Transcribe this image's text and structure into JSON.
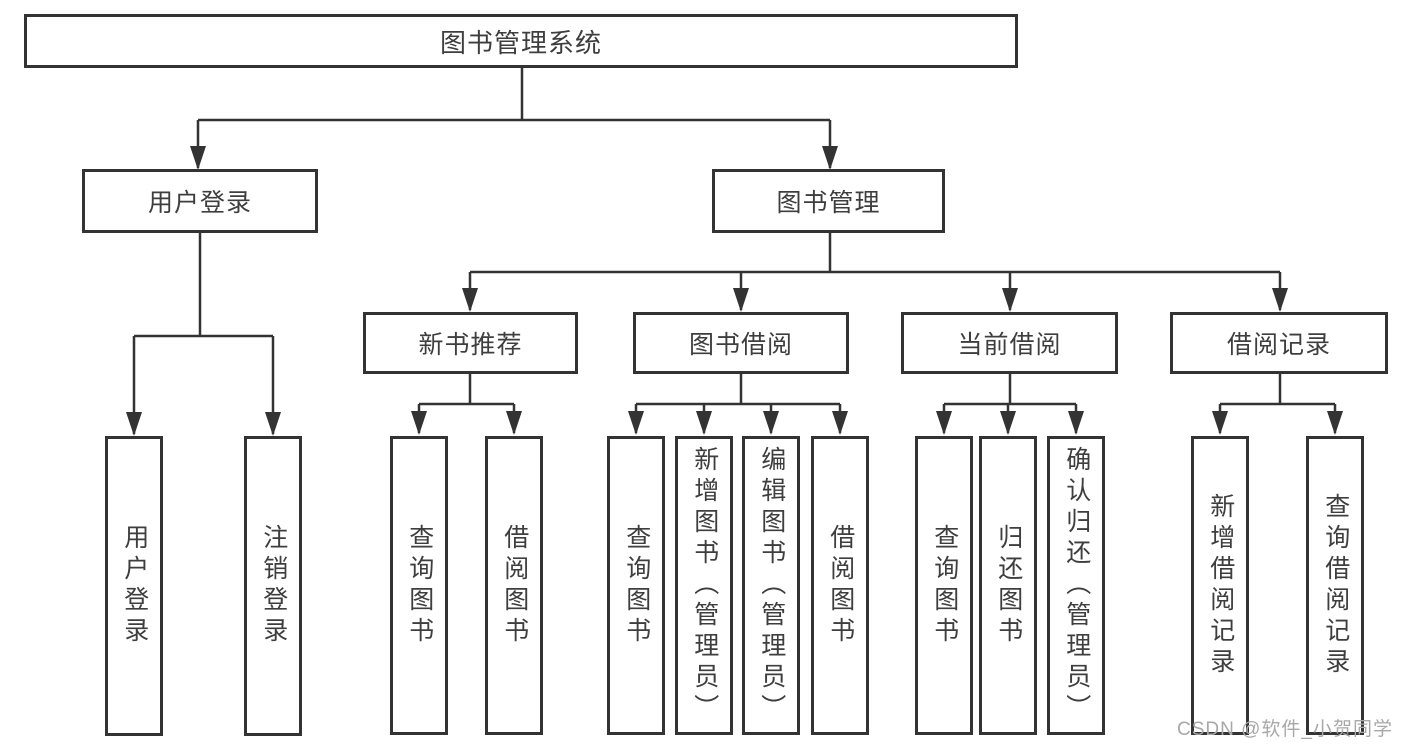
{
  "nodes": {
    "root": {
      "label": "图书管理系统"
    },
    "level2": [
      {
        "label": "用户登录"
      },
      {
        "label": "图书管理"
      }
    ],
    "level3": [
      {
        "label": "新书推荐"
      },
      {
        "label": "图书借阅"
      },
      {
        "label": "当前借阅"
      },
      {
        "label": "借阅记录"
      }
    ],
    "level4": {
      "user_login": [
        {
          "label": "用户登录"
        },
        {
          "label": "注销登录"
        }
      ],
      "new_book_recommend": [
        {
          "label": "查询图书"
        },
        {
          "label": "借阅图书"
        }
      ],
      "book_borrowing": [
        {
          "label": "查询图书"
        },
        {
          "label": "新增图书（管理员）"
        },
        {
          "label": "编辑图书（管理员）"
        },
        {
          "label": "借阅图书"
        }
      ],
      "current_borrowing": [
        {
          "label": "查询图书"
        },
        {
          "label": "归还图书"
        },
        {
          "label": "确认归还（管理员）"
        }
      ],
      "borrowing_records": [
        {
          "label": "新增借阅记录"
        },
        {
          "label": "查询借阅记录"
        }
      ]
    }
  },
  "watermark": "CSDN @软件_小贺同学",
  "colors": {
    "line": "#333333",
    "box_border": "#333333",
    "box_fill": "#ffffff",
    "text": "#3e3e3e",
    "watermark": "#a8a8a8",
    "background": "#ffffff"
  }
}
